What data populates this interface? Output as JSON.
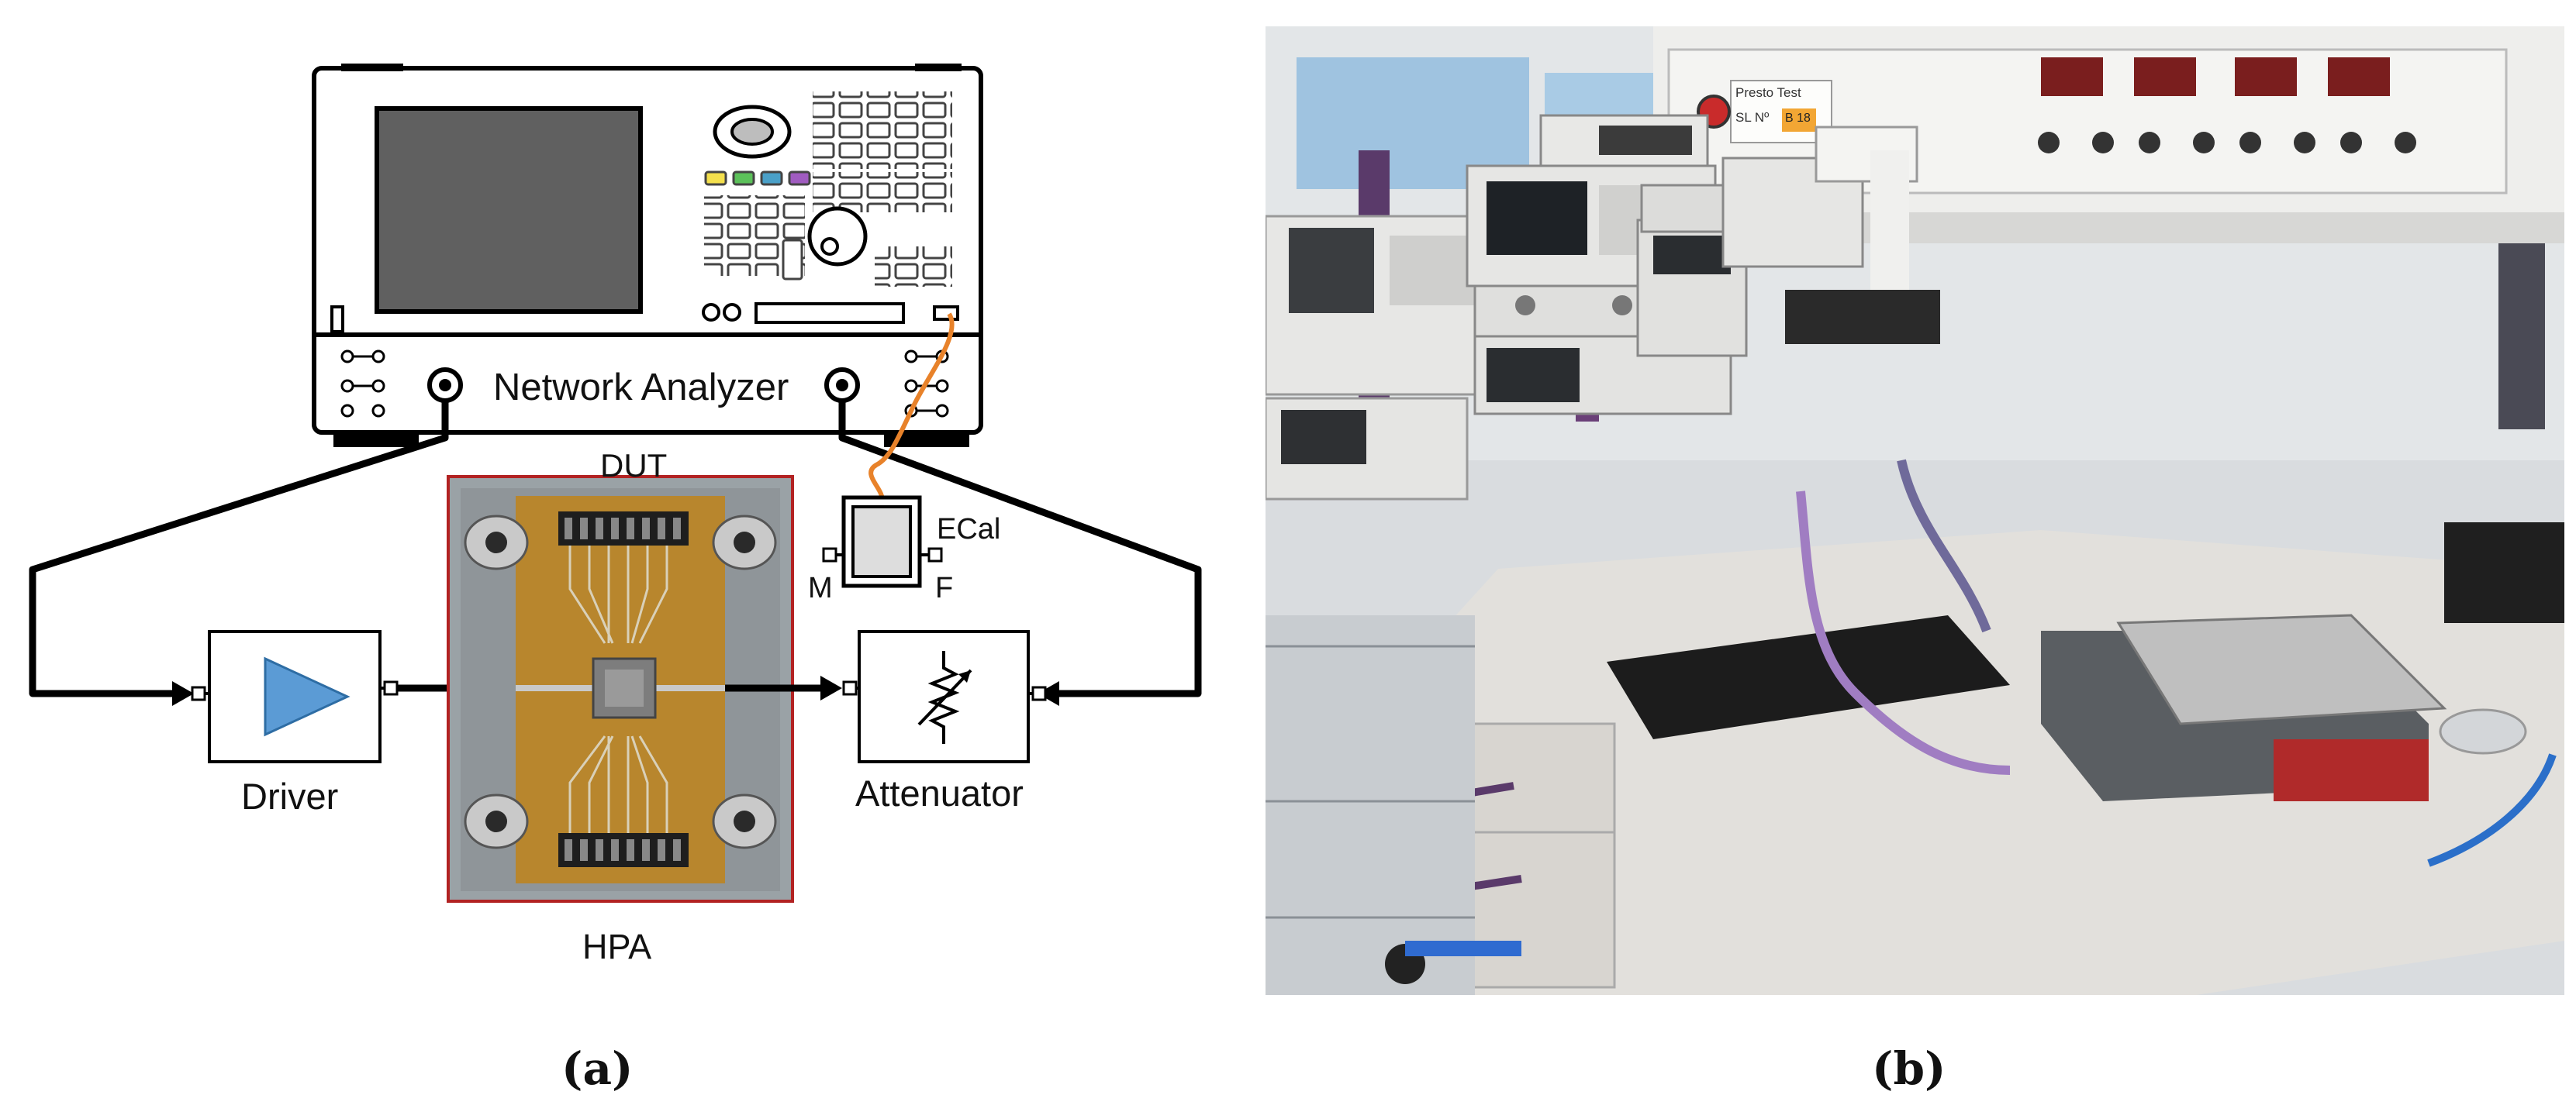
{
  "figure": {
    "panel_a": {
      "caption": "(a)",
      "labels": {
        "network_analyzer": "Network Analyzer",
        "dut": "DUT",
        "ecal": "ECal",
        "port_m": "M",
        "port_f": "F",
        "driver": "Driver",
        "attenuator": "Attenuator",
        "hpa": "HPA"
      },
      "colors": {
        "amplifier_triangle": "#5b9bd5",
        "dut_frame": "#b22222",
        "ecal_cable": "#e8822a",
        "pcb": "#b8862d",
        "screen": "#606060"
      }
    },
    "panel_b": {
      "caption": "(b)",
      "visible_text": {
        "fixture_label": "Presto Test",
        "serial_prefix": "SL Nº",
        "serial_value": "B 18"
      }
    }
  }
}
